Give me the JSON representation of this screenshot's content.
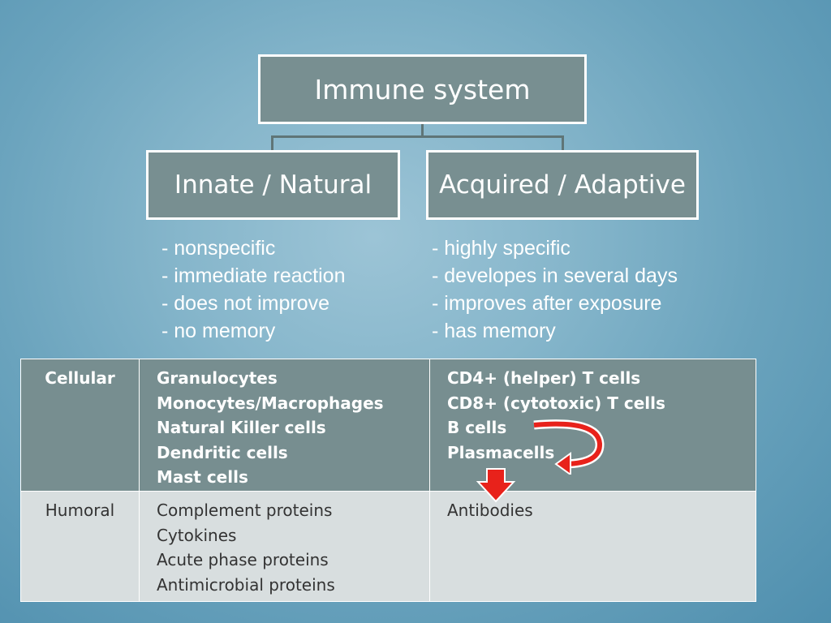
{
  "root": {
    "label": "Immune system"
  },
  "innate": {
    "title": "Innate / Natural",
    "features": [
      "- nonspecific",
      "- immediate reaction",
      "- does not improve",
      "- no memory"
    ]
  },
  "adaptive": {
    "title": "Acquired / Adaptive",
    "features": [
      "- highly specific",
      "- developes in several days",
      "- improves after exposure",
      "- has memory"
    ]
  },
  "table": {
    "rows": [
      {
        "label": "Cellular",
        "innate": [
          "Granulocytes",
          "Monocytes/Macrophages",
          "Natural Killer cells",
          "Dendritic cells",
          "Mast cells"
        ],
        "adaptive": [
          "CD4+ (helper) T cells",
          "CD8+ (cytotoxic) T cells",
          "B cells",
          "Plasmacells"
        ]
      },
      {
        "label": "Humoral",
        "innate": [
          "Complement proteins",
          "Cytokines",
          "Acute phase proteins",
          "Antimicrobial proteins"
        ],
        "adaptive": [
          "Antibodies"
        ]
      }
    ]
  },
  "colors": {
    "box_fill": "#788f91",
    "box_border": "#ffffff",
    "cellular_row": "#778e90",
    "humoral_row": "#d8dedf",
    "arrow": "#e8221b"
  }
}
